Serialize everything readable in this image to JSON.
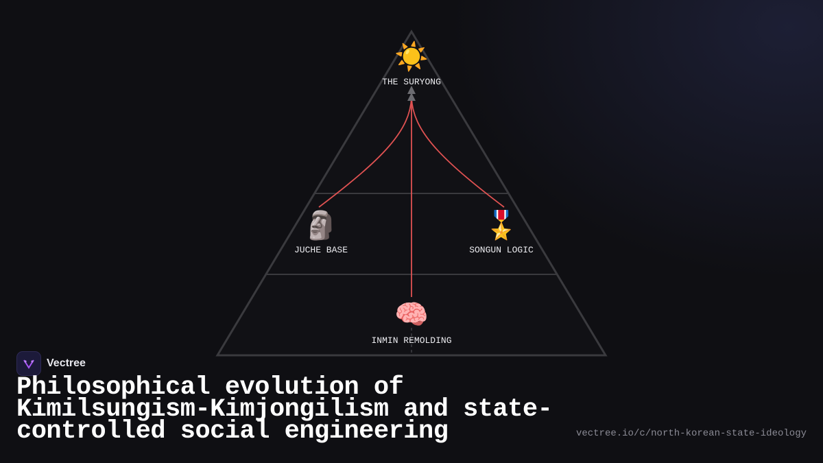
{
  "diagram": {
    "nodes": [
      {
        "id": "suryong",
        "label": "THE SURYONG",
        "icon": "sun-icon",
        "glyph": "☀️"
      },
      {
        "id": "juche",
        "label": "JUCHE BASE",
        "icon": "moai-statue-icon",
        "glyph": "🗿"
      },
      {
        "id": "songun",
        "label": "SONGUN LOGIC",
        "icon": "military-medal-icon",
        "glyph": "🎖️"
      },
      {
        "id": "inmin",
        "label": "INMIN REMOLDING",
        "icon": "brain-icon",
        "glyph": "🧠"
      }
    ],
    "edges": [
      {
        "from": "juche",
        "to": "suryong"
      },
      {
        "from": "songun",
        "to": "suryong"
      },
      {
        "from": "inmin",
        "to": "suryong"
      }
    ],
    "colors": {
      "edge": "#e05252",
      "frame": "#3a3a3e",
      "arrow": "#6b6b70"
    }
  },
  "brand": {
    "name": "Vectree",
    "logo_icon": "vectree-logo-icon",
    "logo_color": "#a855f7"
  },
  "title": "Philosophical evolution of Kimilsungism-Kimjongilism and state-controlled social engineering",
  "url": "vectree.io/c/north-korean-state-ideology"
}
